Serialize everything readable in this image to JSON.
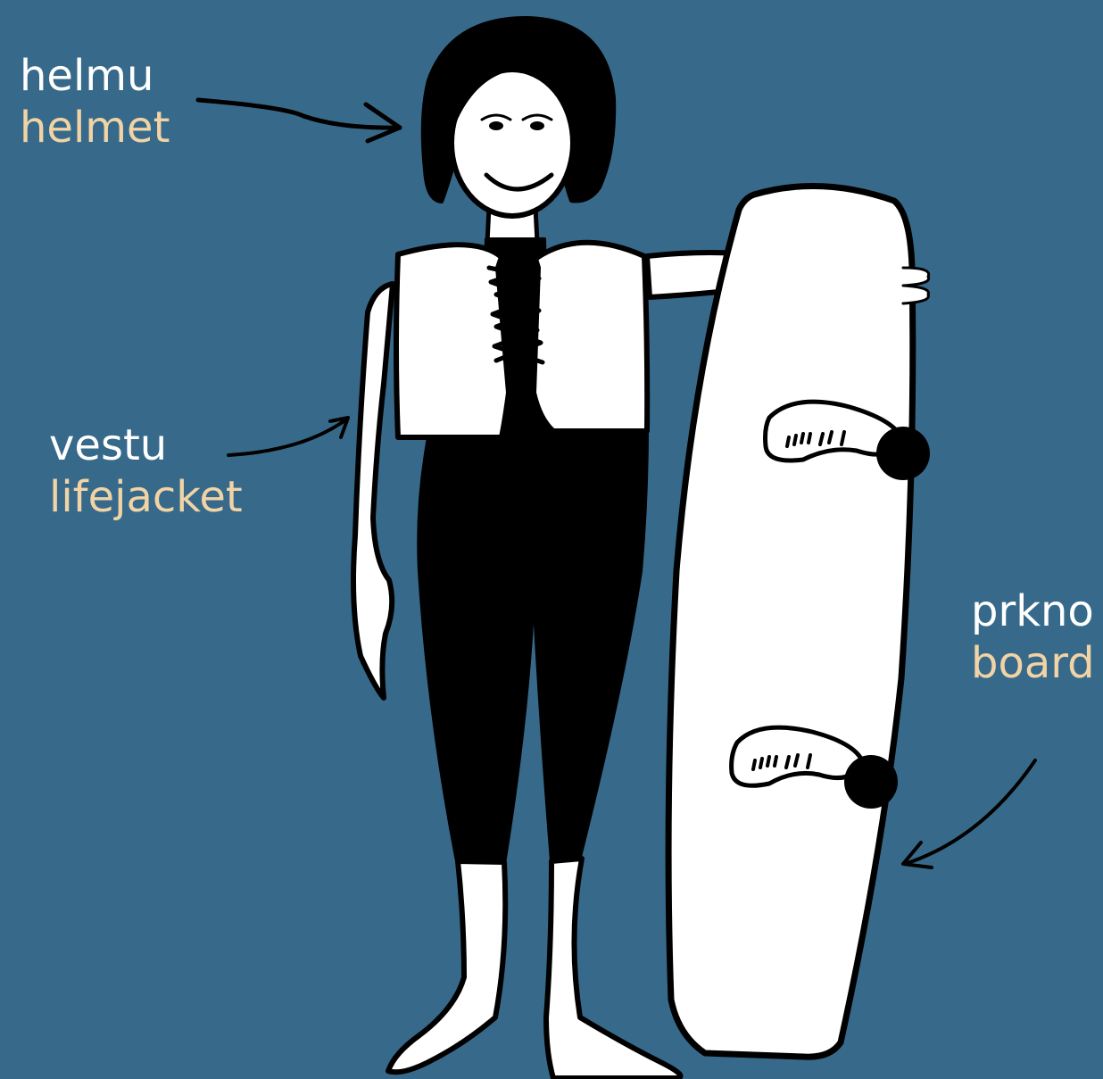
{
  "colors": {
    "background": "#376a8a",
    "native_text": "#ffffff",
    "english_text": "#f1d3a5",
    "outline": "#000000",
    "fill": "#ffffff"
  },
  "labels": {
    "helmet": {
      "native": "helmu",
      "english": "helmet"
    },
    "lifejacket": {
      "native": "vestu",
      "english": "lifejacket"
    },
    "board": {
      "native": "prkno",
      "english": "board"
    }
  }
}
